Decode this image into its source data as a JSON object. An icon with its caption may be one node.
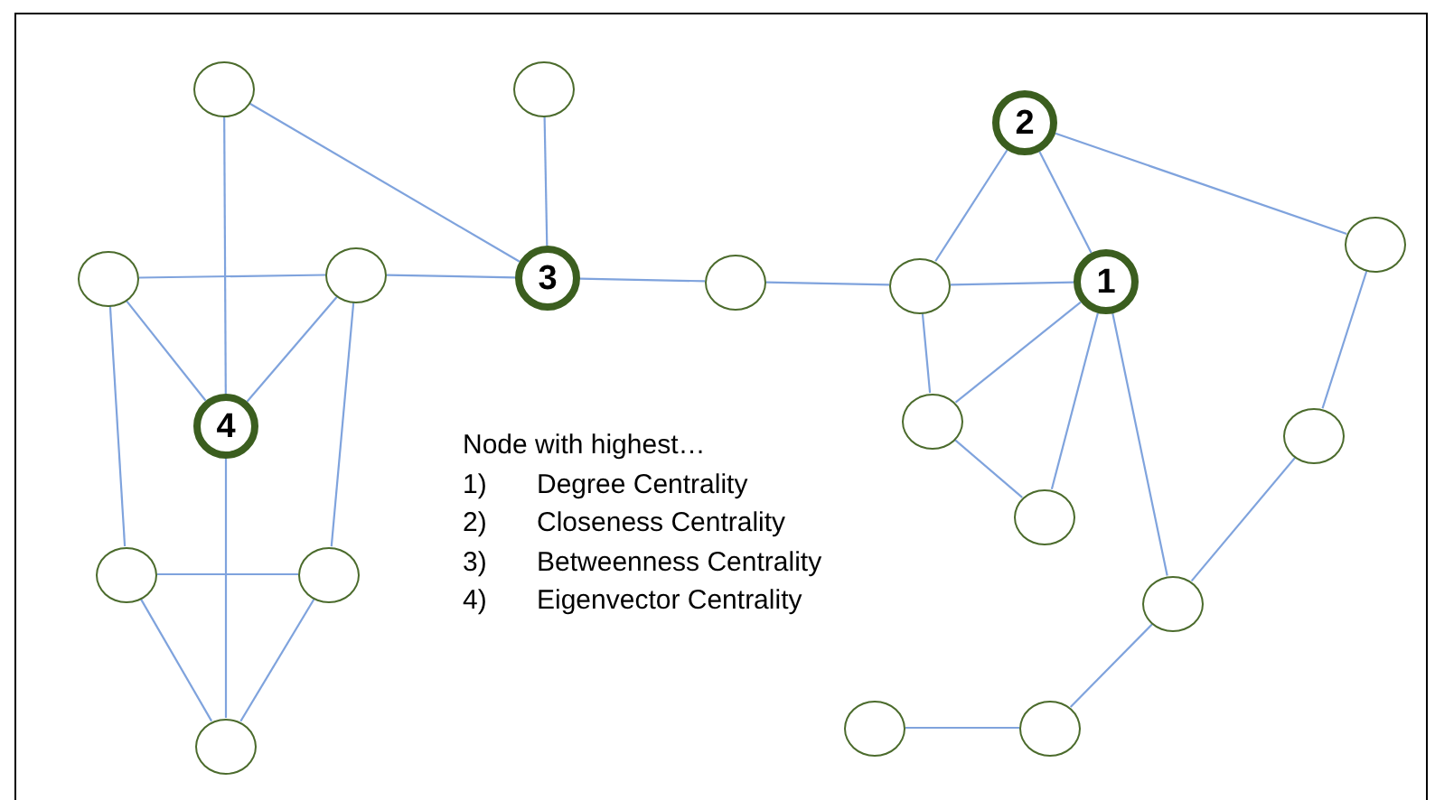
{
  "diagram": {
    "nodes": [
      {
        "text": [],
        "shape": "circle"
      },
      {
        "text": [],
        "shape": "circle"
      },
      {
        "text": [
          "2"
        ]
      },
      {
        "text": [],
        "shape": "circle"
      },
      {
        "text": [],
        "shape": "circle"
      },
      {
        "text": [
          "3"
        ]
      },
      {
        "text": [],
        "shape": "circle"
      },
      {
        "text": [],
        "shape": "circle"
      },
      {
        "text": [
          "1"
        ]
      },
      {
        "text": [],
        "shape": "circle"
      },
      {
        "text": [
          "4"
        ]
      },
      {
        "text": [],
        "shape": "circle"
      },
      {
        "text": [],
        "shape": "circle"
      },
      {
        "text": [],
        "shape": "circle"
      },
      {
        "text": [],
        "shape": "circle"
      },
      {
        "text": [],
        "shape": "circle"
      },
      {
        "text": [],
        "shape": "circle"
      },
      {
        "text": [],
        "shape": "circle"
      },
      {
        "text": [],
        "shape": "circle"
      },
      {
        "text": [],
        "shape": "circle"
      }
    ],
    "edges": [
      {
        "from": 0,
        "to": 10,
        "arrow": "none"
      },
      {
        "from": 0,
        "to": 5,
        "arrow": "none"
      },
      {
        "from": 1,
        "to": 5,
        "arrow": "none"
      },
      {
        "from": 3,
        "to": 4,
        "arrow": "none"
      },
      {
        "from": 3,
        "to": 10,
        "arrow": "none"
      },
      {
        "from": 4,
        "to": 10,
        "arrow": "none"
      },
      {
        "from": 4,
        "to": 5,
        "arrow": "none"
      },
      {
        "from": 3,
        "to": 13,
        "arrow": "none"
      },
      {
        "from": 4,
        "to": 14,
        "arrow": "none"
      },
      {
        "from": 10,
        "to": 17,
        "arrow": "none"
      },
      {
        "from": 13,
        "to": 14,
        "arrow": "none"
      },
      {
        "from": 13,
        "to": 17,
        "arrow": "none"
      },
      {
        "from": 14,
        "to": 17,
        "arrow": "none"
      },
      {
        "from": 5,
        "to": 6,
        "arrow": "none"
      },
      {
        "from": 6,
        "to": 7,
        "arrow": "none"
      },
      {
        "from": 7,
        "to": 8,
        "arrow": "none"
      },
      {
        "from": 2,
        "to": 7,
        "arrow": "none"
      },
      {
        "from": 2,
        "to": 8,
        "arrow": "none"
      },
      {
        "from": 2,
        "to": 9,
        "arrow": "none"
      },
      {
        "from": 7,
        "to": 11,
        "arrow": "none"
      },
      {
        "from": 8,
        "to": 11,
        "arrow": "none"
      },
      {
        "from": 11,
        "to": 15,
        "arrow": "none"
      },
      {
        "from": 8,
        "to": 15,
        "arrow": "none"
      },
      {
        "from": 8,
        "to": 16,
        "arrow": "none"
      },
      {
        "from": 9,
        "to": 12,
        "arrow": "none"
      },
      {
        "from": 12,
        "to": 16,
        "arrow": "none"
      },
      {
        "from": 16,
        "to": 19,
        "arrow": "none"
      },
      {
        "from": 18,
        "to": 19,
        "arrow": "none"
      }
    ],
    "labels": [
      "Node with highest…",
      "1)",
      "Degree Centrality",
      "2)",
      "Closeness Centrality",
      "3)",
      "Betweenness Centrality",
      "4)",
      "Eigenvector Centrality"
    ]
  }
}
